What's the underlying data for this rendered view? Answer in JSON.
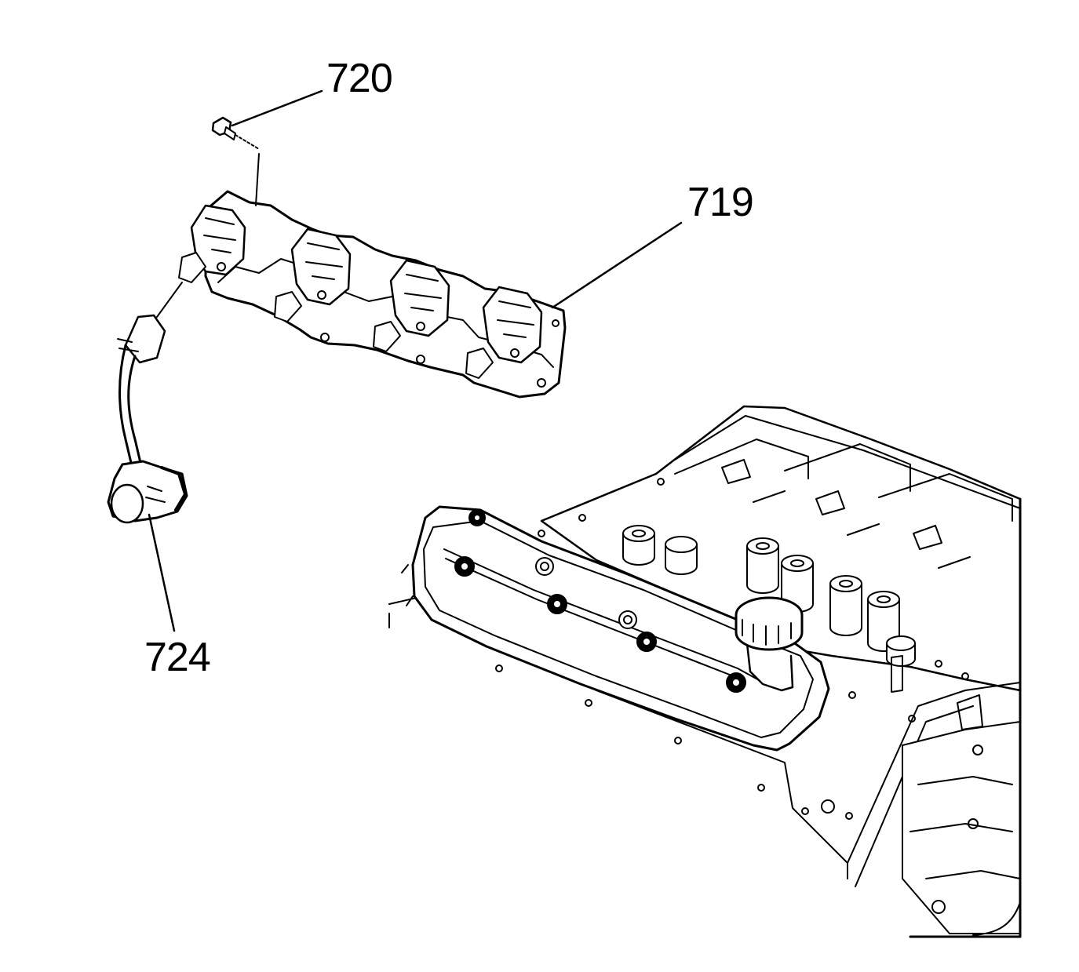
{
  "callouts": {
    "bolt": "720",
    "coil_bracket": "719",
    "coil_wire": "724"
  },
  "colors": {
    "line": "#000000",
    "fill": "#ffffff"
  }
}
